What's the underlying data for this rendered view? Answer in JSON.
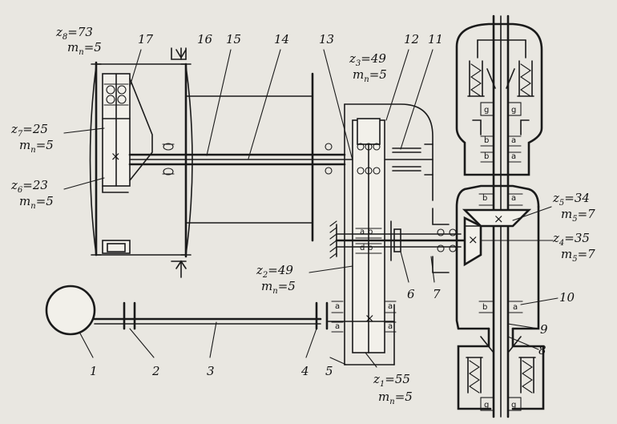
{
  "gears": {
    "z8": {
      "z": "z",
      "sub": "8",
      "val": "=73",
      "m": "m",
      "msub": "n",
      "mval": "=5"
    },
    "z7": {
      "z": "z",
      "sub": "7",
      "val": "=25",
      "m": "m",
      "msub": "n",
      "mval": "=5"
    },
    "z6": {
      "z": "z",
      "sub": "6",
      "val": "=23",
      "m": "m",
      "msub": "n",
      "mval": "=5"
    },
    "z3": {
      "z": "z",
      "sub": "3",
      "val": "=49",
      "m": "m",
      "msub": "n",
      "mval": "=5"
    },
    "z2": {
      "z": "z",
      "sub": "2",
      "val": "=49",
      "m": "m",
      "msub": "n",
      "mval": "=5"
    },
    "z1": {
      "z": "z",
      "sub": "1",
      "val": "=55",
      "m": "m",
      "msub": "n",
      "mval": "=5"
    },
    "z5": {
      "z": "z",
      "sub": "5",
      "val": "=34",
      "m": "m",
      "msub": "5",
      "mval": "=7"
    },
    "z4": {
      "z": "z",
      "sub": "4",
      "val": "=35",
      "m": "m",
      "msub": "5",
      "mval": "=7"
    }
  },
  "callouts": [
    "1",
    "2",
    "3",
    "4",
    "5",
    "6",
    "7",
    "8",
    "9",
    "10",
    "11",
    "12",
    "13",
    "14",
    "15",
    "16",
    "17"
  ],
  "bearing_marks": {
    "b": "b",
    "a": "a",
    "g": "g"
  }
}
